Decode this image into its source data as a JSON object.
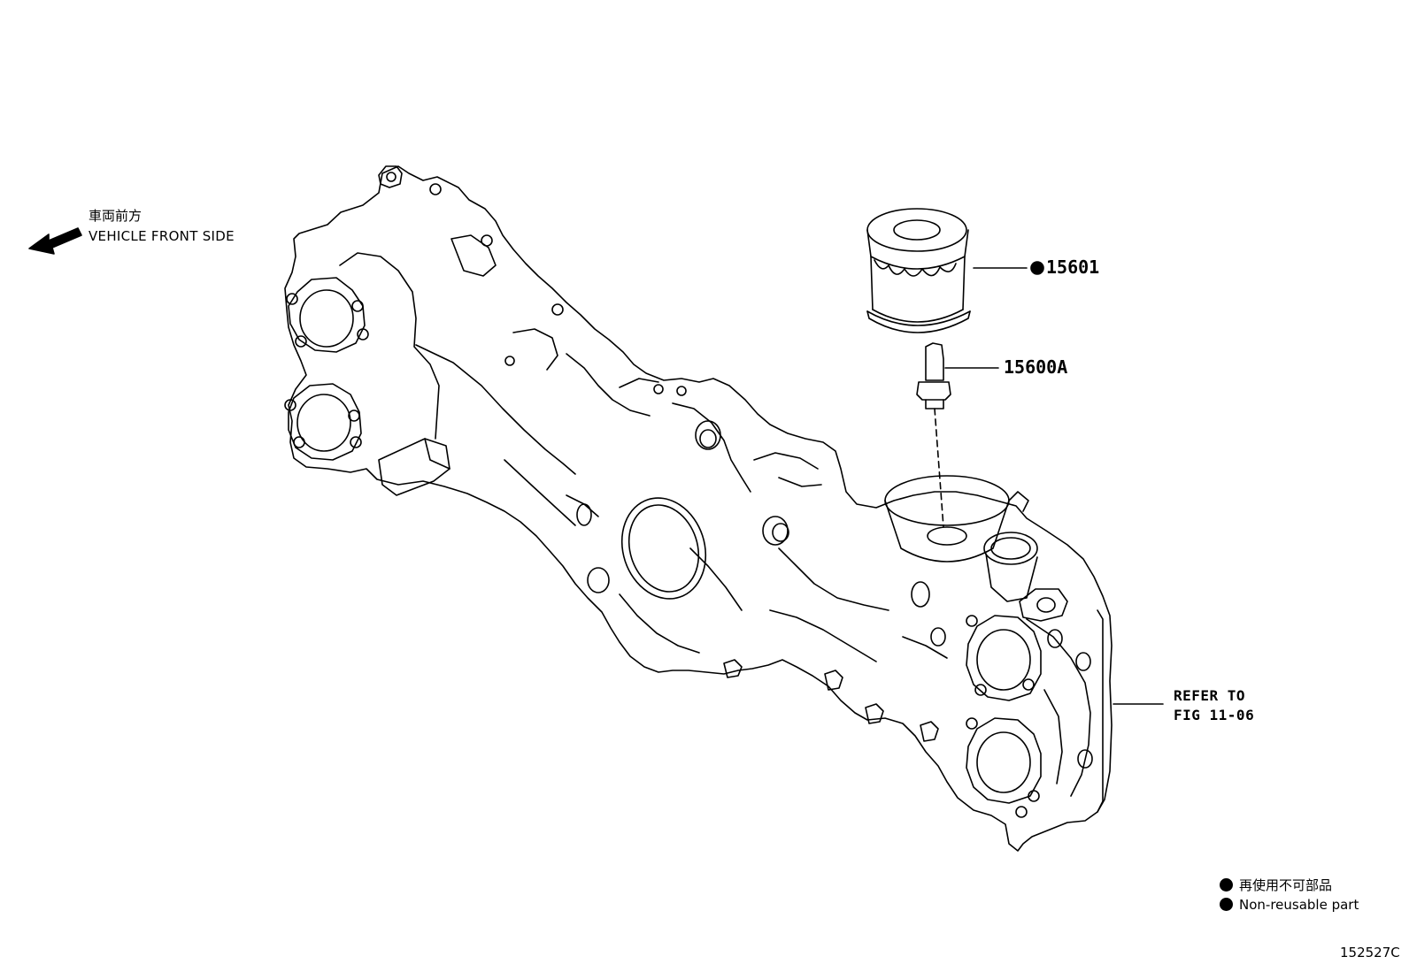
{
  "direction": {
    "label_jp": "車両前方",
    "label_en": "VEHICLE FRONT SIDE",
    "icon": "arrow-left-icon"
  },
  "callouts": [
    {
      "part_number": "15601",
      "non_reusable": true
    },
    {
      "part_number": "15600A",
      "non_reusable": false
    }
  ],
  "reference": {
    "line1": "REFER TO",
    "line2": "FIG 11-06"
  },
  "legend": {
    "line_jp": "再使用不可部品",
    "line_en": "Non-reusable part",
    "marker_icon": "filled-circle-icon"
  },
  "figure_id": "152527C",
  "colors": {
    "ink": "#000000",
    "background": "#ffffff"
  }
}
